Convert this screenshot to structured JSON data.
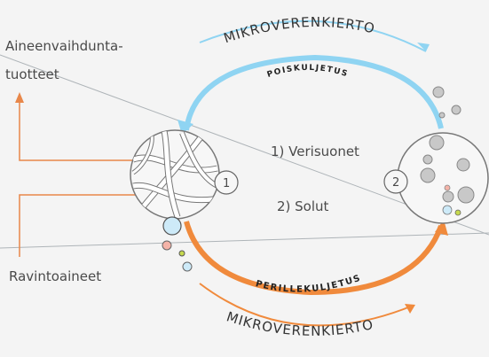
{
  "labels": {
    "metabolites_line1": "Aineenvaihdunta-",
    "metabolites_line2": "tuotteet",
    "nutrients": "Ravintoaineet",
    "vessels": "1) Verisuonet",
    "cells": "2) Solut",
    "circle1_number": "1",
    "circle2_number": "2",
    "top_title": "MIKROVERENKIERTO",
    "top_subtitle": "POISKULJETUS",
    "bottom_title": "MIKROVERENKIERTO",
    "bottom_subtitle": "PERILLEKULJETUS"
  },
  "colors": {
    "removal_arc": "#7ecdf0",
    "delivery_arc": "#f08a3c",
    "inflow_arrow": "#e8874a",
    "outflow_arrow": "#e8874a"
  }
}
